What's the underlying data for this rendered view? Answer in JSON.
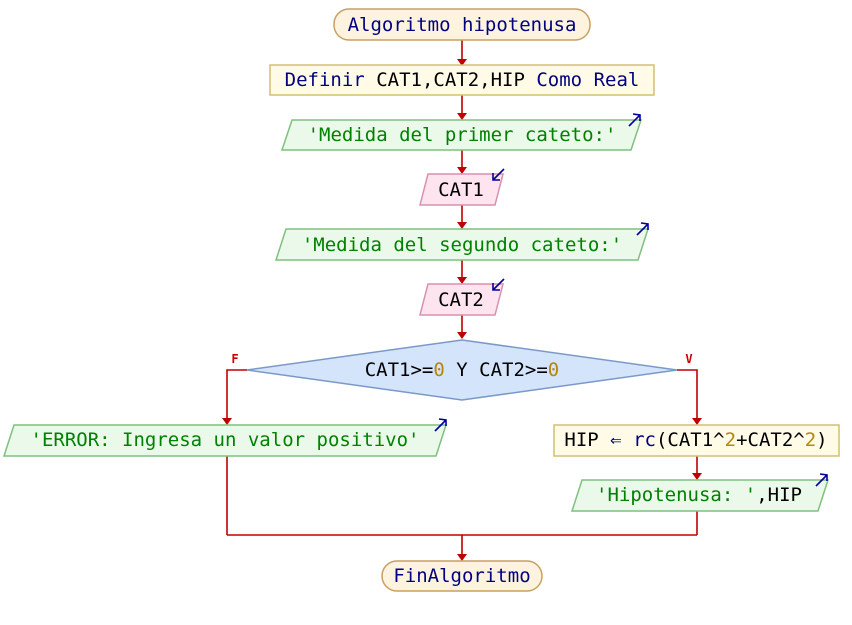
{
  "flowchart": {
    "start": {
      "kw": "Algoritmo",
      "name": "hipotenusa"
    },
    "define": {
      "kw1": "Definir",
      "vars": "CAT1,CAT2,HIP",
      "kw2": "Como",
      "kw3": "Real"
    },
    "prompt1": "'Medida del primer cateto:'",
    "read1": "CAT1",
    "prompt2": "'Medida del segundo cateto:'",
    "read2": "CAT2",
    "condition": {
      "a": "CAT1>=",
      "n1": "0",
      "op": " Y ",
      "b": "CAT2>=",
      "n2": "0"
    },
    "false_label": "F",
    "true_label": "V",
    "error_output": "'ERROR: Ingresa un valor positivo'",
    "assign": {
      "lhs": "HIP",
      "arrow": "⇐",
      "fn": "rc",
      "p1": "(CAT1^",
      "n1": "2",
      "p2": "+CAT2^",
      "n2": "2",
      "p3": ")"
    },
    "result_output": {
      "str": "'Hipotenusa: '",
      "rest": ",HIP"
    },
    "end": "FinAlgoritmo"
  },
  "colors": {
    "terminal_fill": "#fdf3df",
    "terminal_stroke": "#c8a060",
    "process_fill": "#fffbe6",
    "process_stroke": "#d4c070",
    "output_fill": "#eaf9ea",
    "output_stroke": "#7fc07f",
    "input_fill": "#fde4ee",
    "input_stroke": "#d890b0",
    "decision_fill": "#d4e4fa",
    "decision_stroke": "#7a99c8",
    "connector": "#c00000",
    "keyword": "#000080",
    "string": "#008000",
    "number": "#b8860b"
  }
}
